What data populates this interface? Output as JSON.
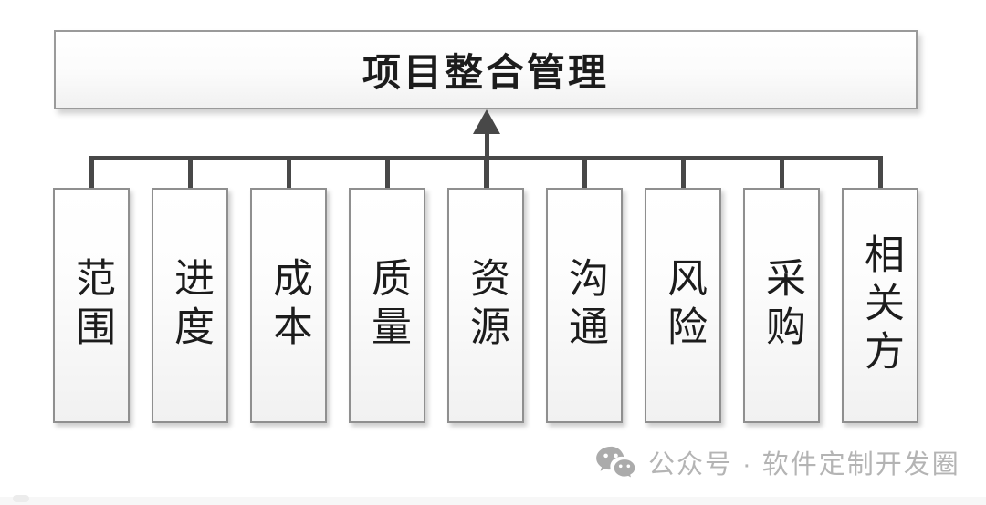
{
  "diagram": {
    "root": {
      "label": "项目整合管理"
    },
    "columns": [
      {
        "label": "范围"
      },
      {
        "label": "进度"
      },
      {
        "label": "成本"
      },
      {
        "label": "质量"
      },
      {
        "label": "资源"
      },
      {
        "label": "沟通"
      },
      {
        "label": "风险"
      },
      {
        "label": "采购"
      },
      {
        "label": "相关方"
      }
    ],
    "colors": {
      "line": "#484848",
      "box_border": "#8f8f8f",
      "text": "#1c1c1c"
    }
  },
  "watermark": {
    "icon": "wechat-icon",
    "text": "公众号 · 软件定制开发圈",
    "color": "#b4b4b4"
  }
}
